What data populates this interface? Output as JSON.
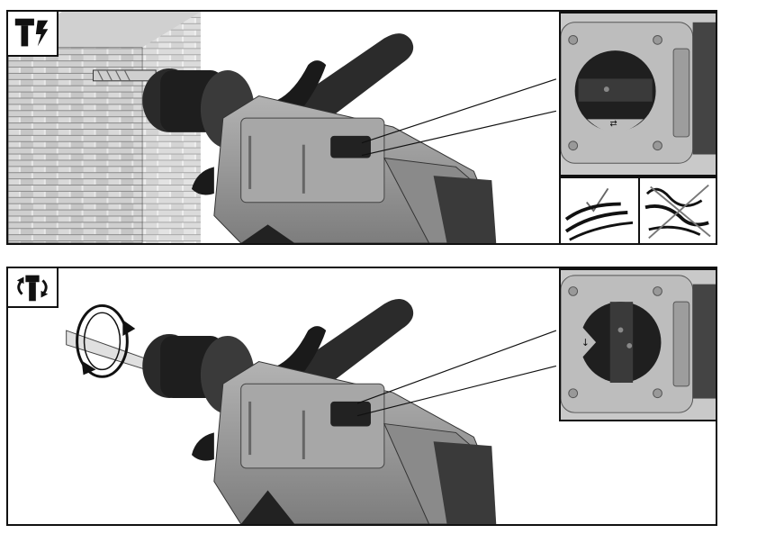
{
  "figure": {
    "panels": [
      {
        "id": "hammer-drilling",
        "mode_icon": "hammer-drill-mode-icon",
        "scene": "rotary-hammer-drilling-into-brick-wall",
        "detail": "mode-selector-switch-drilling-position",
        "usage_marks": [
          "check-mark-icon",
          "cross-mark-icon"
        ]
      },
      {
        "id": "chiselling-rotation-adjust",
        "mode_icon": "chisel-rotate-mode-icon",
        "scene": "rotary-hammer-with-rotating-chisel",
        "detail": "mode-selector-switch-chisel-rotation-position"
      }
    ],
    "colors": {
      "outline": "#111111",
      "tool_body": "#9a9a9a",
      "tool_dark": "#2a2a2a",
      "brick_light": "#e6e6e6",
      "brick_mortar": "#8a8a8a"
    }
  }
}
